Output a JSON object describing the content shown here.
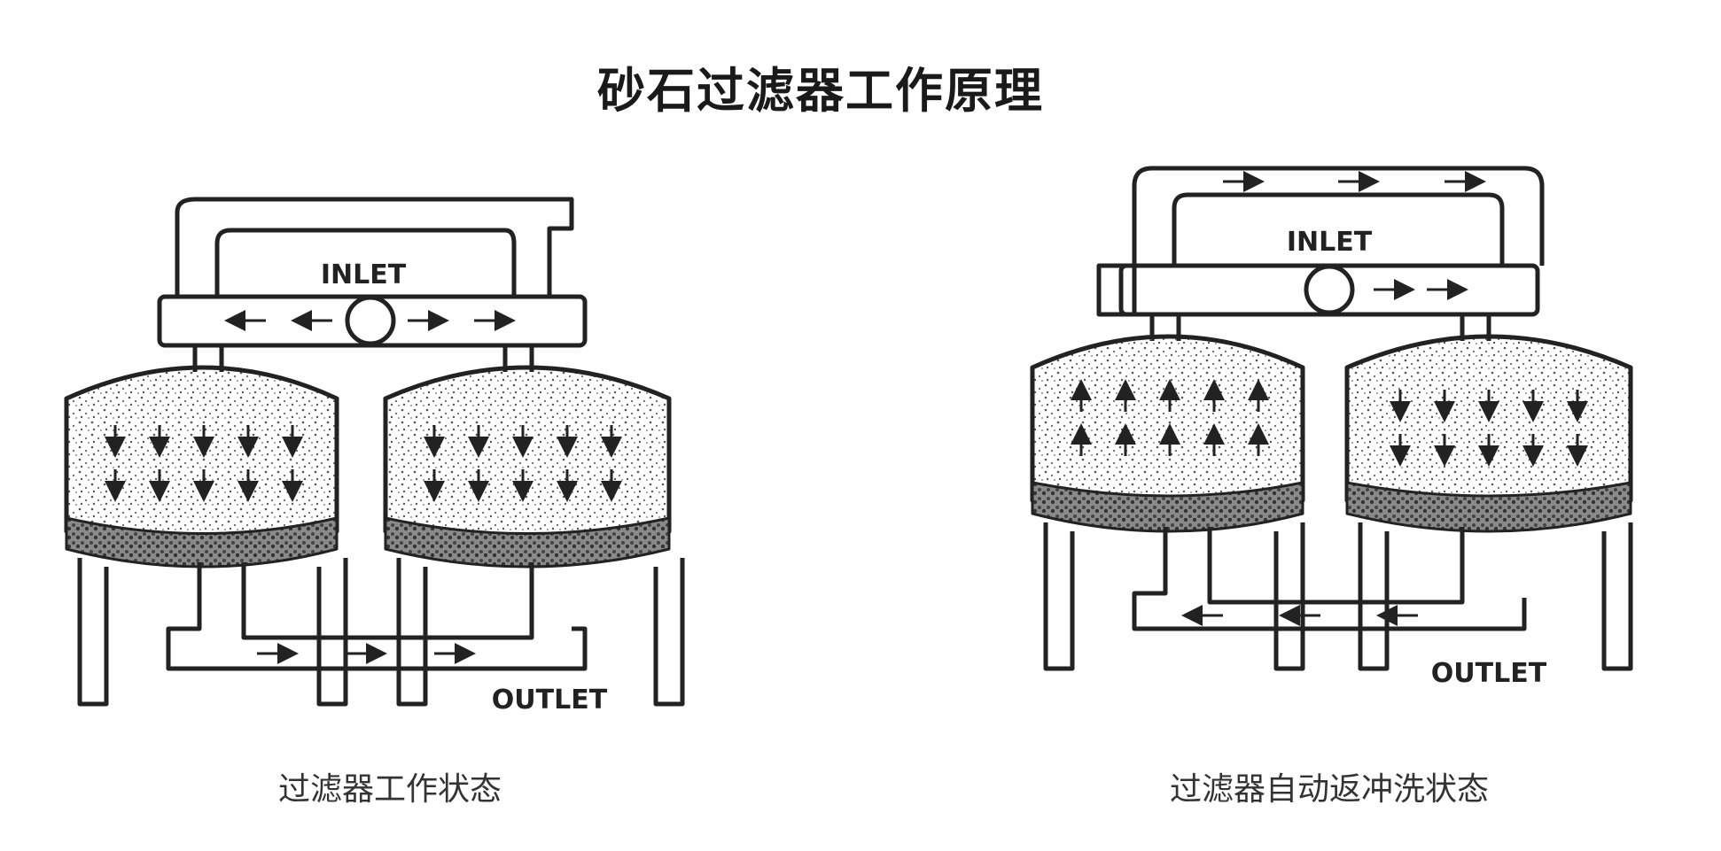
{
  "title": "砂石过滤器工作原理",
  "diagrams": [
    {
      "caption": "过滤器工作状态",
      "inlet_label": "INLET",
      "outlet_label": "OUTLET"
    },
    {
      "caption": "过滤器自动返冲洗状态",
      "inlet_label": "INLET",
      "outlet_label": "OUTLET"
    }
  ],
  "colors": {
    "line": "#222222",
    "sand_dots": "#555555",
    "gravel": "#444444",
    "text": "#222222"
  }
}
